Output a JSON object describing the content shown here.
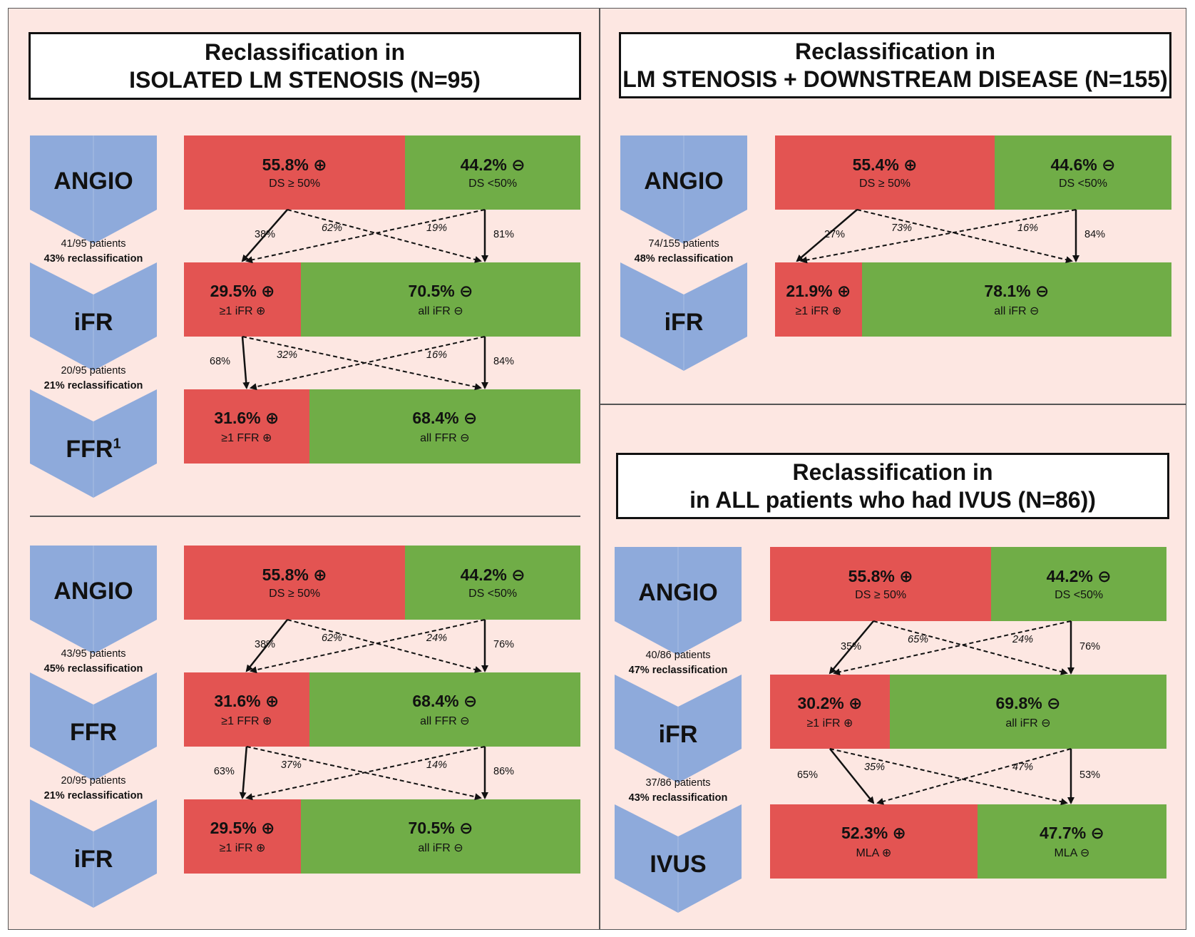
{
  "colors": {
    "positive": "#e35452",
    "negative": "#70ad47",
    "chevron": "#8eaadb",
    "background": "#fde7e2"
  },
  "panels": [
    {
      "id": "isolated",
      "title_lines": [
        "Reclassification in",
        "ISOLATED LM STENOSIS (N=95)"
      ],
      "stages": [
        "ANGIO",
        "iFR",
        "FFR"
      ],
      "stage_superscripts": [
        "",
        "",
        "1"
      ],
      "bars": [
        {
          "pos": 55.8,
          "pos_text": "55.8% ⊕",
          "pos_sub": "DS ≥ 50%",
          "neg_text": "44.2% ⊖",
          "neg_sub": "DS <50%"
        },
        {
          "pos": 29.5,
          "pos_text": "29.5% ⊕",
          "pos_sub": "≥1 iFR ⊕",
          "neg_text": "70.5% ⊖",
          "neg_sub": "all iFR ⊖"
        },
        {
          "pos": 31.6,
          "pos_text": "31.6% ⊕",
          "pos_sub": "≥1 FFR ⊕",
          "neg_text": "68.4% ⊖",
          "neg_sub": "all FFR ⊖"
        }
      ],
      "transitions": [
        {
          "pp": "38%",
          "pn": "62%",
          "np": "19%",
          "nn": "81%",
          "patients": "41/95 patients",
          "reclass": "43% reclassification"
        },
        {
          "pp": "68%",
          "pn": "32%",
          "np": "16%",
          "nn": "84%",
          "patients": "20/95 patients",
          "reclass": "21% reclassification"
        }
      ]
    },
    {
      "id": "isolated-ffr-first",
      "title_lines": [],
      "stages": [
        "ANGIO",
        "FFR",
        "iFR"
      ],
      "stage_superscripts": [
        "",
        "",
        ""
      ],
      "bars": [
        {
          "pos": 55.8,
          "pos_text": "55.8% ⊕",
          "pos_sub": "DS ≥ 50%",
          "neg_text": "44.2% ⊖",
          "neg_sub": "DS <50%"
        },
        {
          "pos": 31.6,
          "pos_text": "31.6% ⊕",
          "pos_sub": "≥1 FFR ⊕",
          "neg_text": "68.4% ⊖",
          "neg_sub": "all FFR ⊖"
        },
        {
          "pos": 29.5,
          "pos_text": "29.5% ⊕",
          "pos_sub": "≥1 iFR ⊕",
          "neg_text": "70.5% ⊖",
          "neg_sub": "all iFR ⊖"
        }
      ],
      "transitions": [
        {
          "pp": "38%",
          "pn": "62%",
          "np": "24%",
          "nn": "76%",
          "patients": "43/95 patients",
          "reclass": "45% reclassification"
        },
        {
          "pp": "63%",
          "pn": "37%",
          "np": "14%",
          "nn": "86%",
          "patients": "20/95 patients",
          "reclass": "21% reclassification"
        }
      ]
    },
    {
      "id": "downstream",
      "title_lines": [
        "Reclassification in",
        "LM STENOSIS + DOWNSTREAM DISEASE (N=155)"
      ],
      "stages": [
        "ANGIO",
        "iFR"
      ],
      "stage_superscripts": [
        "",
        ""
      ],
      "bars": [
        {
          "pos": 55.4,
          "pos_text": "55.4% ⊕",
          "pos_sub": "DS ≥ 50%",
          "neg_text": "44.6% ⊖",
          "neg_sub": "DS <50%"
        },
        {
          "pos": 21.9,
          "pos_text": "21.9% ⊕",
          "pos_sub": "≥1 iFR ⊕",
          "neg_text": "78.1% ⊖",
          "neg_sub": "all iFR ⊖"
        }
      ],
      "transitions": [
        {
          "pp": "27%",
          "pn": "73%",
          "np": "16%",
          "nn": "84%",
          "patients": "74/155 patients",
          "reclass": "48% reclassification"
        }
      ]
    },
    {
      "id": "ivus",
      "title_lines": [
        "Reclassification in",
        "in ALL patients who had IVUS (N=86))"
      ],
      "stages": [
        "ANGIO",
        "iFR",
        "IVUS"
      ],
      "stage_superscripts": [
        "",
        "",
        ""
      ],
      "bars": [
        {
          "pos": 55.8,
          "pos_text": "55.8% ⊕",
          "pos_sub": "DS ≥ 50%",
          "neg_text": "44.2% ⊖",
          "neg_sub": "DS <50%"
        },
        {
          "pos": 30.2,
          "pos_text": "30.2% ⊕",
          "pos_sub": "≥1 iFR ⊕",
          "neg_text": "69.8% ⊖",
          "neg_sub": "all iFR ⊖"
        },
        {
          "pos": 52.3,
          "pos_text": "52.3% ⊕",
          "pos_sub": "MLA ⊕",
          "neg_text": "47.7% ⊖",
          "neg_sub": "MLA ⊖"
        }
      ],
      "transitions": [
        {
          "pp": "35%",
          "pn": "65%",
          "np": "24%",
          "nn": "76%",
          "patients": "40/86 patients",
          "reclass": "47% reclassification"
        },
        {
          "pp": "65%",
          "pn": "35%",
          "np": "47%",
          "nn": "53%",
          "patients": "37/86 patients",
          "reclass": "43% reclassification"
        }
      ]
    }
  ]
}
